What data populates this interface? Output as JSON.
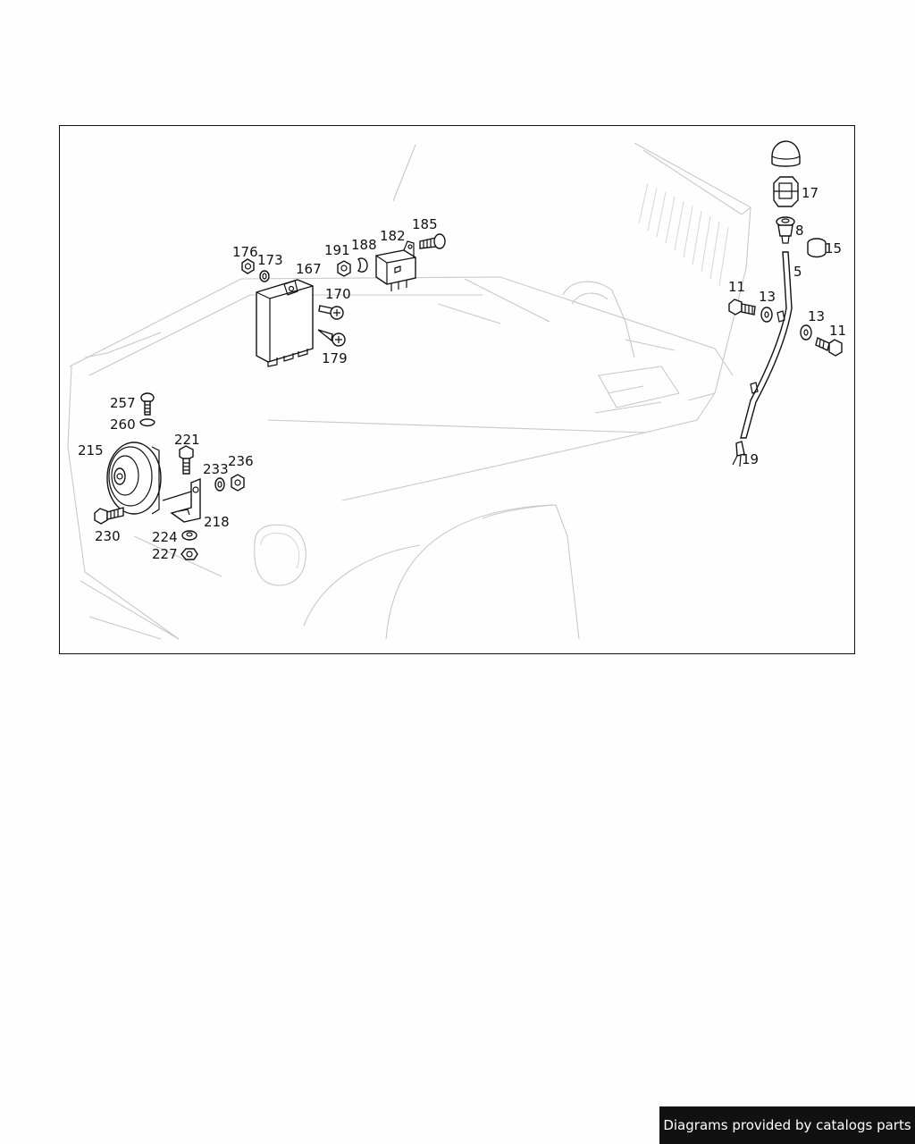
{
  "diagram": {
    "callouts": {
      "p17": "17",
      "p8": "8",
      "p15": "15",
      "p5": "5",
      "p11a": "11",
      "p13a": "13",
      "p13b": "13",
      "p11b": "11",
      "p19": "19",
      "p176": "176",
      "p173": "173",
      "p167": "167",
      "p191": "191",
      "p188": "188",
      "p182": "182",
      "p185": "185",
      "p170": "170",
      "p179": "179",
      "p257": "257",
      "p260": "260",
      "p215": "215",
      "p221": "221",
      "p233": "233",
      "p236": "236",
      "p218": "218",
      "p230": "230",
      "p224": "224",
      "p227": "227"
    }
  },
  "footer": {
    "credit": "Diagrams provided by catalogs parts"
  }
}
